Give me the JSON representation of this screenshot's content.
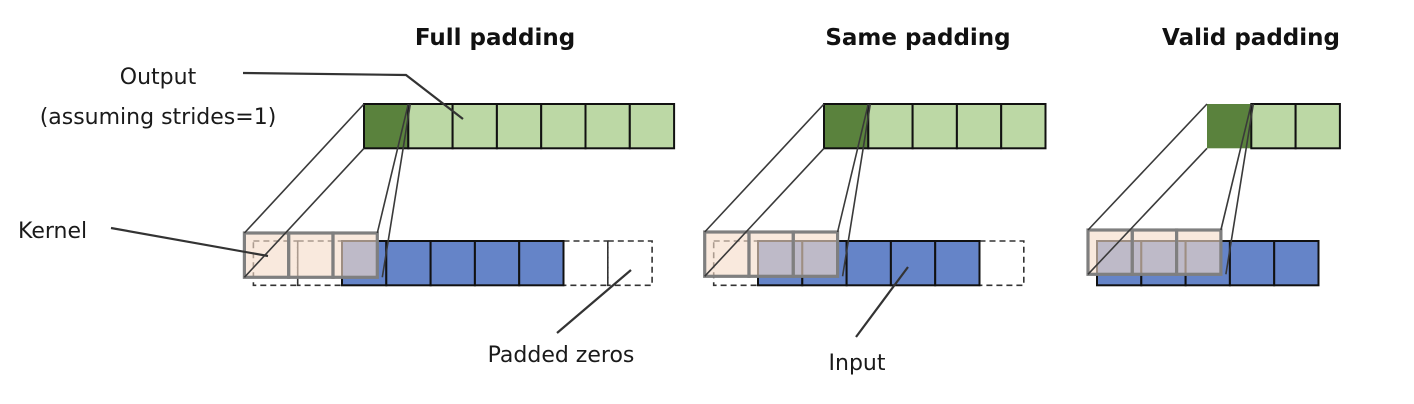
{
  "colors": {
    "output_active": "#5a823d",
    "output_cell": "#bcd8a5",
    "input_cell": "#6584c8",
    "kernel_fill": "#f6dcc8",
    "kernel_overlap": "#9a97a8",
    "kernel_border": "#7f7f7f",
    "cell_border": "#111111",
    "leader_line": "#333333"
  },
  "labels": {
    "output_line1": "Output",
    "output_line2": "(assuming strides=1)",
    "kernel": "Kernel",
    "padded_zeros": "Padded zeros",
    "input": "Input"
  },
  "panels": [
    {
      "id": "full",
      "title": "Full padding",
      "input_size": 5,
      "kernel_size": 3,
      "padding_left": 2,
      "padding_right": 2,
      "output_size": 7,
      "active_output_index": 0
    },
    {
      "id": "same",
      "title": "Same padding",
      "input_size": 5,
      "kernel_size": 3,
      "padding_left": 1,
      "padding_right": 1,
      "output_size": 5,
      "active_output_index": 0
    },
    {
      "id": "valid",
      "title": "Valid padding",
      "input_size": 5,
      "kernel_size": 3,
      "padding_left": 0,
      "padding_right": 0,
      "output_size": 3,
      "active_output_index": 0
    }
  ]
}
